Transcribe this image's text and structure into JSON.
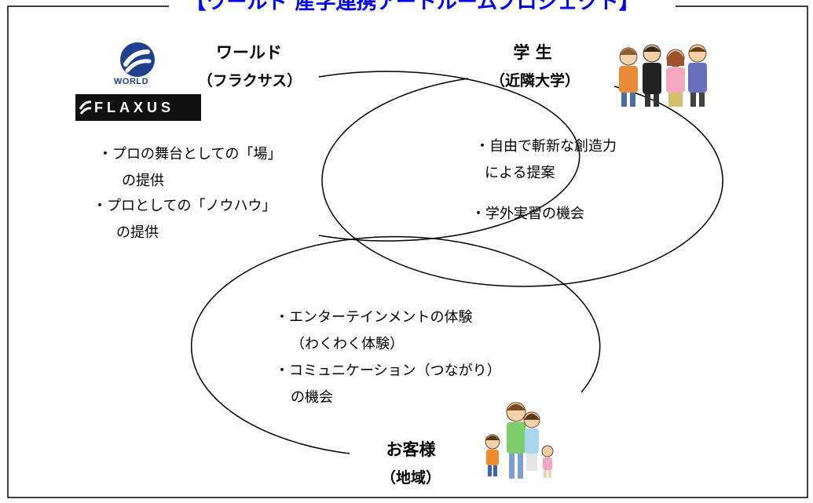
{
  "title": "【ワールド 産学連携アートルームプロジェクト】",
  "world": {
    "name": "ワールド",
    "sub": "（フラクサス）",
    "logo_text": "WORLD",
    "brand_text": "FLAXUS",
    "items": [
      {
        "line1": "・プロの舞台としての「場」",
        "line2": "の提供"
      },
      {
        "line1": "・プロとしての「ノウハウ」",
        "line2": "の提供"
      }
    ]
  },
  "students": {
    "name": "学 生",
    "sub": "（近隣大学）",
    "items": [
      {
        "line1": "・自由で斬新な創造力",
        "line2": "による提案"
      },
      {
        "line1": "・学外実習の機会",
        "line2": ""
      }
    ]
  },
  "customers": {
    "name": "お客様",
    "sub": "（地域）",
    "items": [
      {
        "line1": "・エンターテインメントの体験",
        "line2": "（わくわく体験）"
      },
      {
        "line1": "・コミュニケーション（つながり）",
        "line2": "の機会"
      }
    ]
  },
  "colors": {
    "title": "#0000ff",
    "line": "#000000",
    "world_logo": "#1f3f8f"
  }
}
